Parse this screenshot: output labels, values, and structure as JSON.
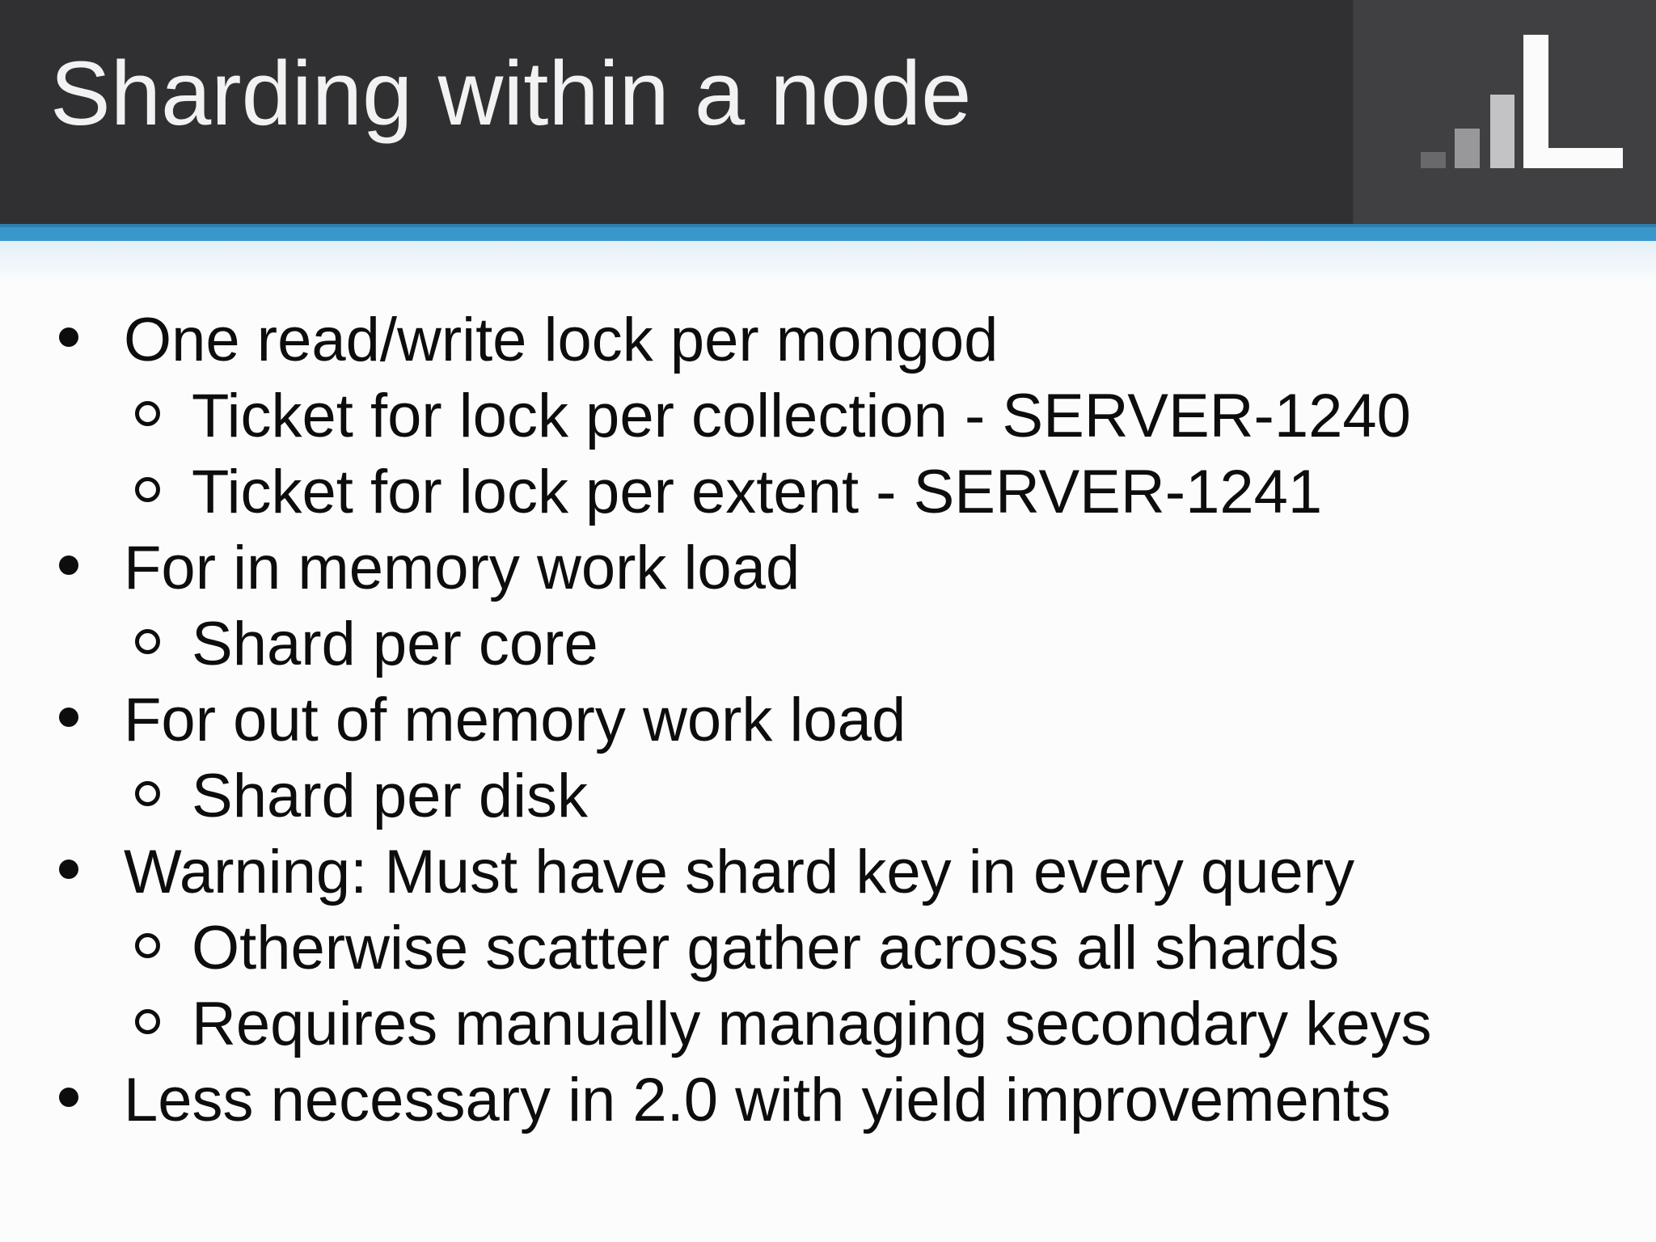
{
  "slide": {
    "title": "Sharding within a node",
    "bullets": [
      {
        "level": 1,
        "text": "One read/write lock per mongod"
      },
      {
        "level": 2,
        "text": "Ticket for lock per collection - SERVER-1240"
      },
      {
        "level": 2,
        "text": "Ticket for lock per extent - SERVER-1241"
      },
      {
        "level": 1,
        "text": "For in memory work load"
      },
      {
        "level": 2,
        "text": "Shard per core"
      },
      {
        "level": 1,
        "text": "For out of memory work load"
      },
      {
        "level": 2,
        "text": "Shard per disk"
      },
      {
        "level": 1,
        "text": "Warning: Must have shard key in every query"
      },
      {
        "level": 2,
        "text": "Otherwise scatter gather across all shards"
      },
      {
        "level": 2,
        "text": "Requires manually managing secondary keys"
      },
      {
        "level": 1,
        "text": "Less necessary in 2.0 with yield improvements"
      }
    ],
    "logo": {
      "icon": "bar-chart-L-logo",
      "bar_colors": [
        "#69696b",
        "#98989a",
        "#c3c3c5"
      ],
      "l_color": "#fbfbfb"
    },
    "colors": {
      "header_bg": "#303032",
      "logo_panel_bg": "#404042",
      "accent_blue": "#3a97cb",
      "accent_blue_dark_edge": "#2d7fae",
      "body_bg": "#fcfcfd",
      "text": "#0d0d0d",
      "title_text": "#f2f2f2"
    }
  }
}
